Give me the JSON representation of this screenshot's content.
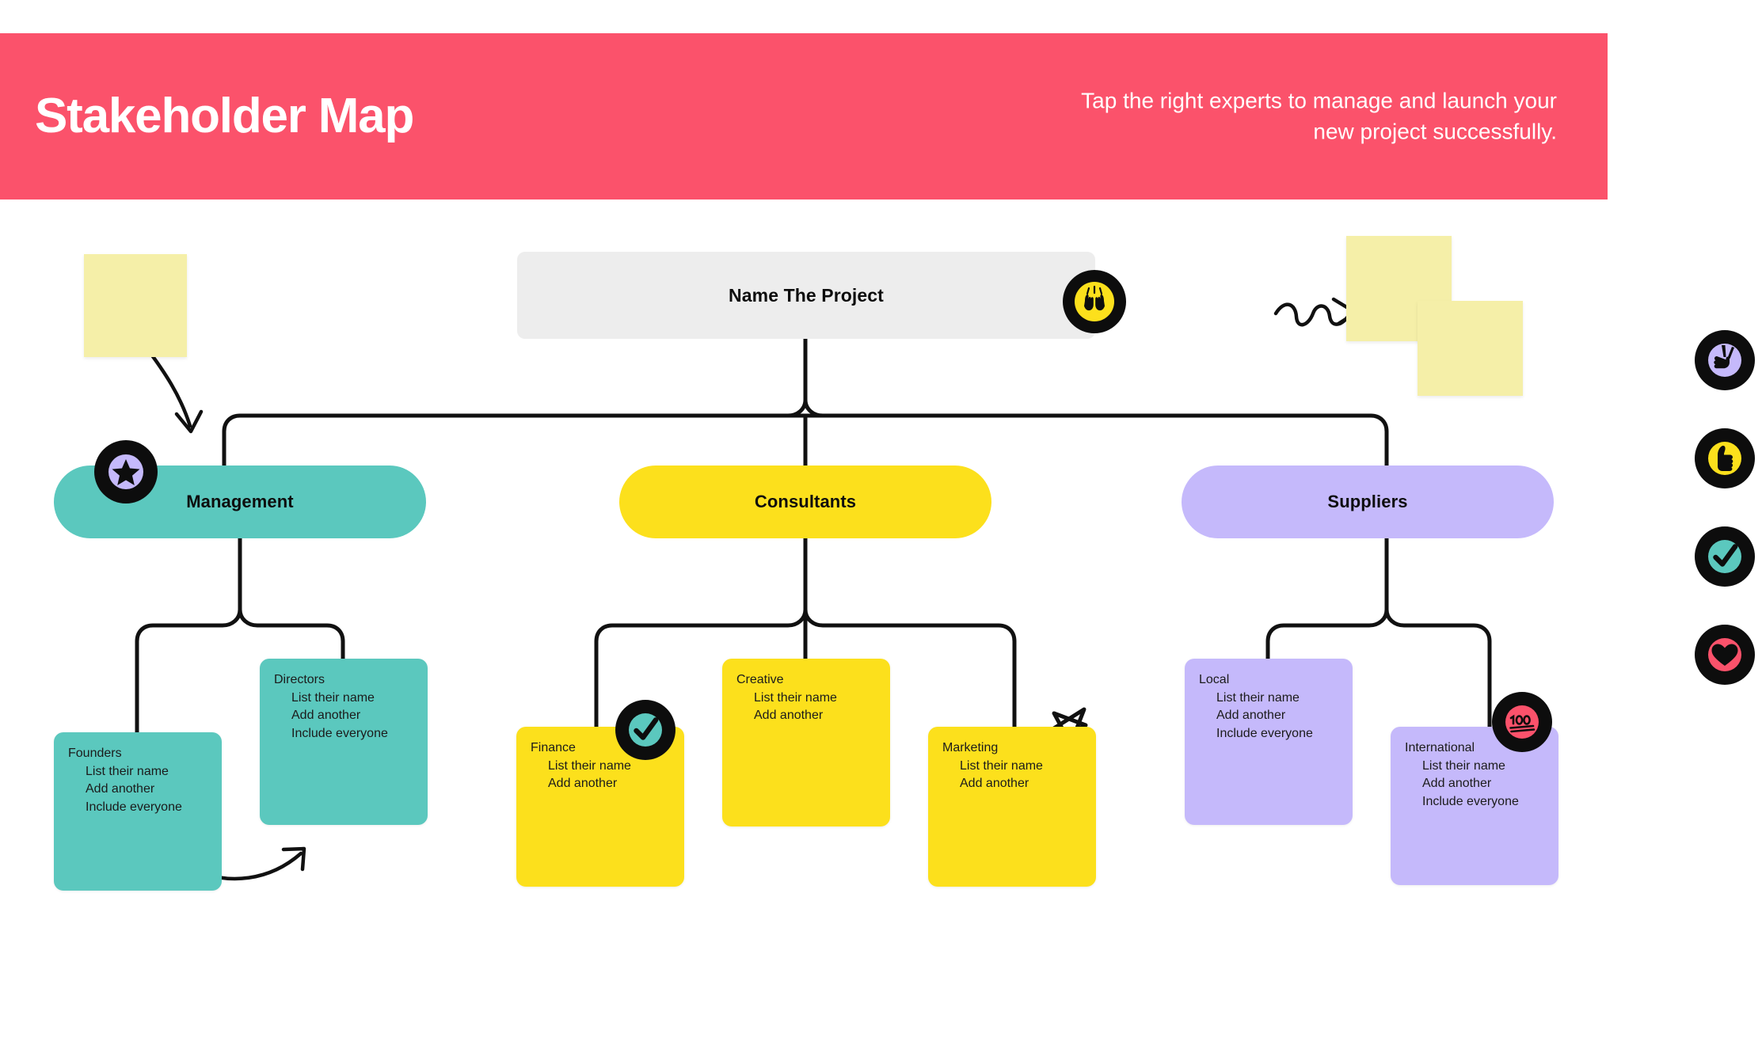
{
  "header": {
    "title": "Stakeholder Map",
    "subtitle": "Tap the right experts to manage and launch your new project successfully.",
    "bg_color": "#FB526B",
    "text_color": "#FFFFFF"
  },
  "root": {
    "label": "Name The Project",
    "bg_color": "#EDEDED",
    "badge_icon": "raised-hands-icon"
  },
  "branches": [
    {
      "id": "management",
      "label": "Management",
      "color": "#5BC8BE",
      "badge_icon": "star-badge-icon",
      "notes": [
        {
          "title": "Founders",
          "items": [
            "List their name",
            "Add another",
            "Include everyone"
          ]
        },
        {
          "title": "Directors",
          "items": [
            "List their name",
            "Add another",
            "Include everyone"
          ]
        }
      ]
    },
    {
      "id": "consultants",
      "label": "Consultants",
      "color": "#FCE01C",
      "badge_icon": "check-badge-icon",
      "notes": [
        {
          "title": "Finance",
          "items": [
            "List their name",
            "Add another"
          ]
        },
        {
          "title": "Creative",
          "items": [
            "List their name",
            "Add another"
          ]
        },
        {
          "title": "Marketing",
          "items": [
            "List their name",
            "Add another"
          ]
        }
      ]
    },
    {
      "id": "suppliers",
      "label": "Suppliers",
      "color": "#C5B9FB",
      "badge_icon": "hundred-badge-icon",
      "notes": [
        {
          "title": "Local",
          "items": [
            "List their name",
            "Add another",
            "Include everyone"
          ]
        },
        {
          "title": "International",
          "items": [
            "List their name",
            "Add another",
            "Include everyone"
          ]
        }
      ]
    }
  ],
  "stickers": [
    {
      "name": "peace-sign-sticker",
      "color": "#C5B9FB"
    },
    {
      "name": "thumbs-up-sticker",
      "color": "#FCE01C"
    },
    {
      "name": "check-mark-sticker",
      "color": "#5BC8BE"
    },
    {
      "name": "heart-sticker",
      "color": "#FB526B"
    }
  ],
  "decor": {
    "sticky_color": "#F5EFA8",
    "doodles": [
      "curved-arrow-down",
      "squiggle-arrow-right",
      "double-curve-arrow-left",
      "star-doodle"
    ]
  }
}
